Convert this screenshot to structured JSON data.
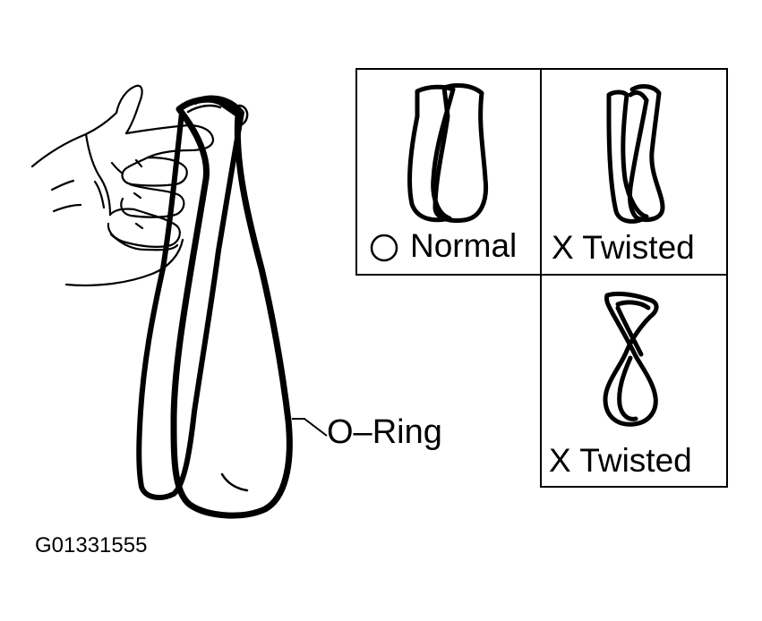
{
  "labels": {
    "o_ring": "O–Ring",
    "normal": "Normal",
    "twisted_1": "X Twisted",
    "twisted_2": "X Twisted"
  },
  "figure_id": "G01331555",
  "legend_symbols": {
    "normal": "circle",
    "twisted": "X"
  },
  "icons": {
    "hand": "hand-holding-icon",
    "o_ring": "o-ring-loop-icon",
    "normal_loop": "normal-loop-icon",
    "twisted_loop_1": "twisted-loop-icon",
    "twisted_loop_2": "figure-eight-loop-icon"
  },
  "colors": {
    "ink": "#000000",
    "background": "#ffffff"
  }
}
